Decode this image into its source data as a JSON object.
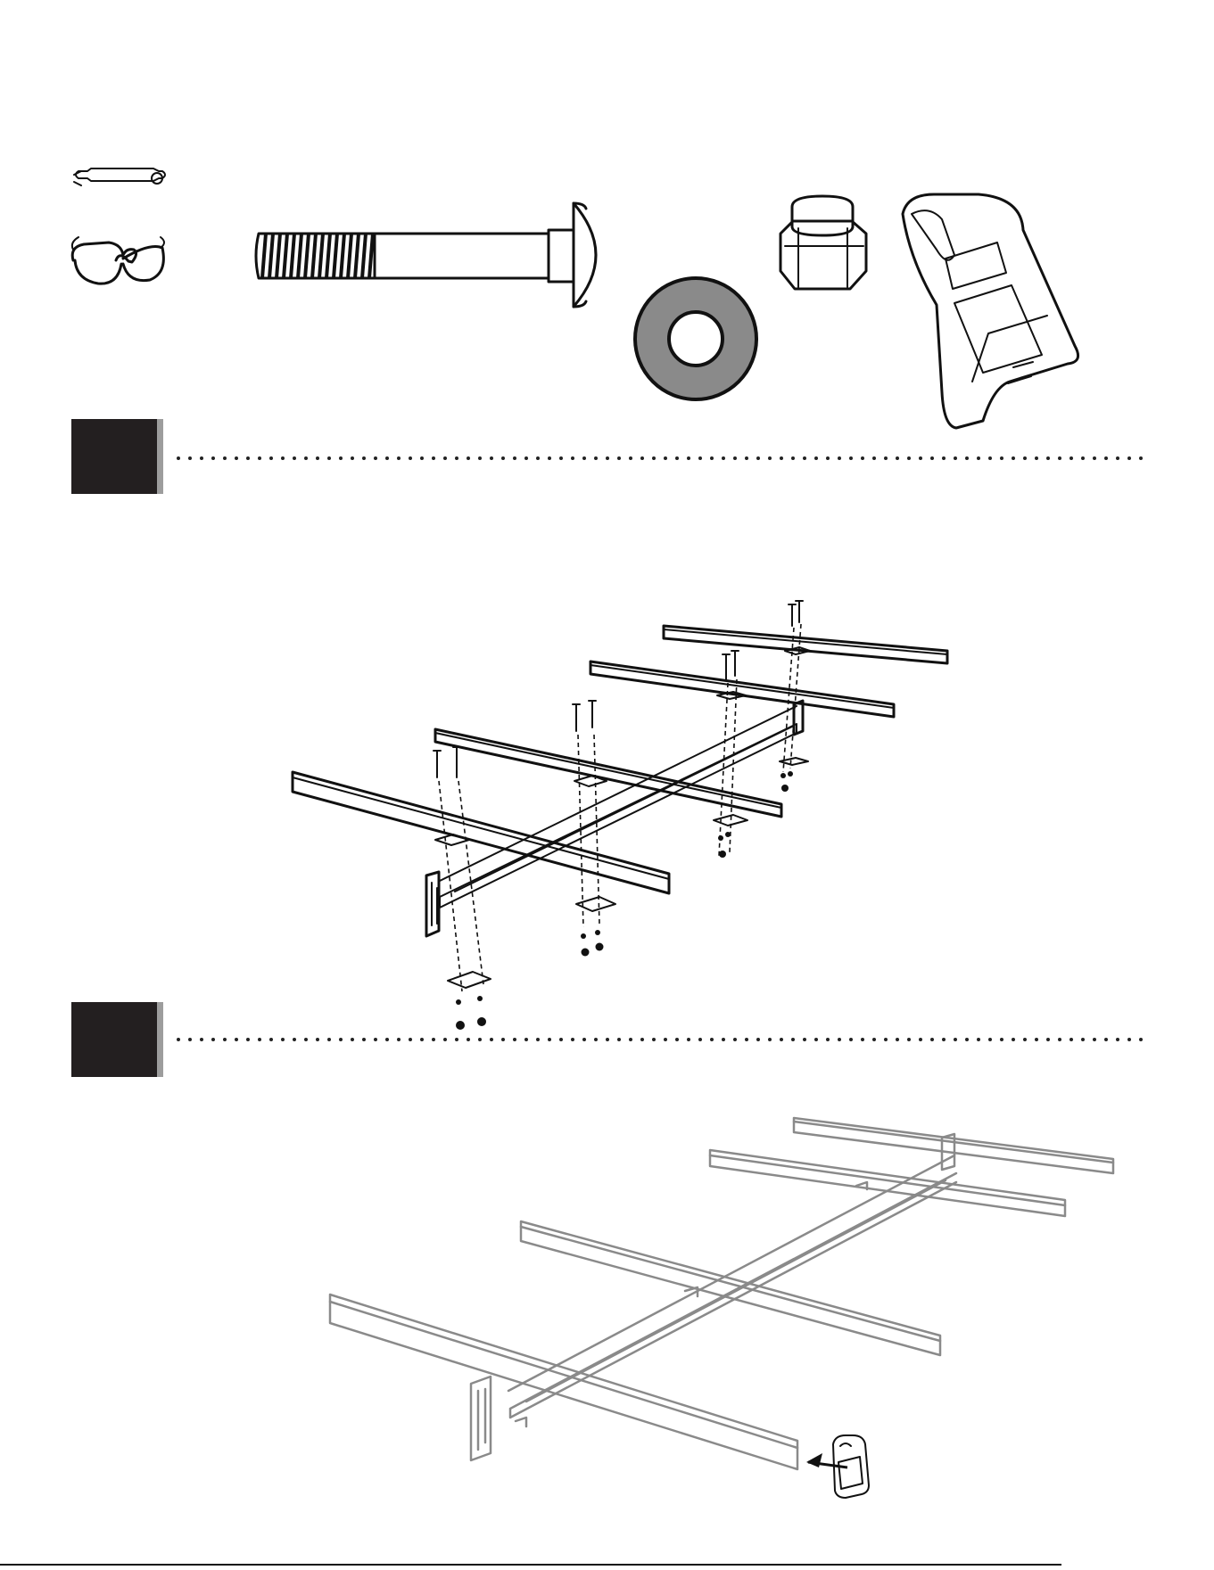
{
  "document": {
    "steps": [
      {
        "number": ""
      },
      {
        "number": ""
      }
    ],
    "tools": [
      "wrench-icon",
      "safety-glasses-icon"
    ],
    "hardware": [
      "carriage-bolt",
      "washer",
      "nut",
      "end-cap"
    ],
    "colors": {
      "ink": "#111111",
      "washer_gray": "#8a8a8a",
      "step_box": "#231f20",
      "step_shadow": "#9d9d9d",
      "faded_frame": "#8a8a8a"
    }
  }
}
